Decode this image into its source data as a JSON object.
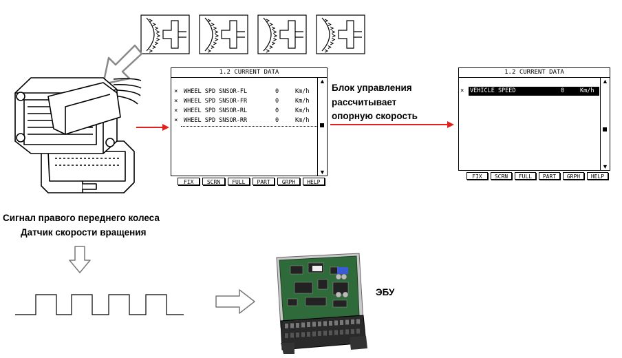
{
  "screen_left": {
    "title": "1.2 CURRENT DATA",
    "rows": [
      {
        "marker": "×",
        "name": "WHEEL SPD SNSOR-FL",
        "value": "0",
        "unit": "Km/h"
      },
      {
        "marker": "×",
        "name": "WHEEL SPD SNSOR-FR",
        "value": "0",
        "unit": "Km/h"
      },
      {
        "marker": "×",
        "name": "WHEEL SPD SNSOR-RL",
        "value": "0",
        "unit": "Km/h"
      },
      {
        "marker": "×",
        "name": "WHEEL SPD SNSOR-RR",
        "value": "0",
        "unit": "Km/h"
      }
    ],
    "softkeys": [
      "FIX",
      "SCRN",
      "FULL",
      "PART",
      "GRPH",
      "HELP"
    ],
    "scroll_up": "▲",
    "scroll_down": "▼"
  },
  "screen_right": {
    "title": "1.2 CURRENT DATA",
    "rows": [
      {
        "marker": "×",
        "name": "VEHICLE SPEED",
        "value": "0",
        "unit": "Km/h"
      }
    ],
    "softkeys": [
      "FIX",
      "SCRN",
      "FULL",
      "PART",
      "GRPH",
      "HELP"
    ],
    "scroll_up": "▲",
    "scroll_down": "▼"
  },
  "labels": {
    "ecu_calc_line1": "Блок управления",
    "ecu_calc_line2": "рассчитывает",
    "ecu_calc_line3": "опорную скорость",
    "signal_line1": "Сигнал правого переднего колеса",
    "signal_line2": "Датчик скорости вращения",
    "ecu": "ЭБУ"
  },
  "colors": {
    "arrow_red": "#e0201c",
    "ecu_pcb": "#2f6b3a",
    "ecu_case": "#c8c8c8"
  },
  "icons": [
    "wheel-sensor-icon",
    "connector-icon",
    "ecu-board-icon"
  ]
}
